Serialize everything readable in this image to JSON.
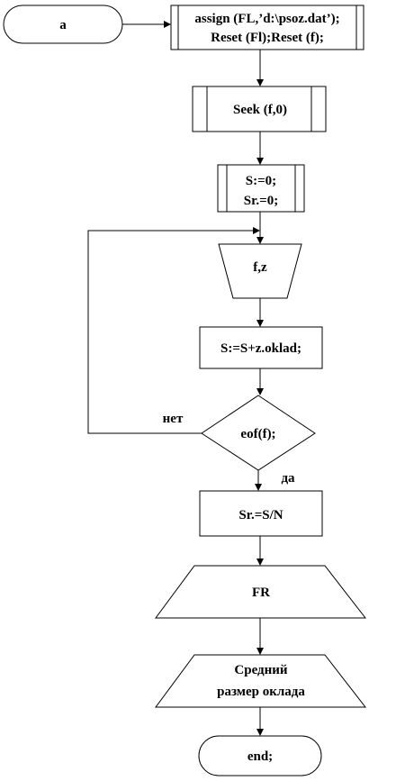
{
  "nodes": {
    "start": "a",
    "assign_line1": "assign (FL,’d:\\psoz.dat’);",
    "assign_line2": "Reset (Fl);Reset (f);",
    "seek": "Seek (f,0)",
    "init_line1": "S:=0;",
    "init_line2": "Sr.=0;",
    "read": "f,z",
    "accumulate": "S:=S+z.oklad;",
    "condition": "eof(f);",
    "average": "Sr.=S/N",
    "output1": "FR",
    "output2_line1": "Средний",
    "output2_line2": "размер оклада",
    "end": "end;"
  },
  "edges": {
    "no_label": "нет",
    "yes_label": "да"
  },
  "colors": {
    "stroke": "#000000",
    "fill": "#ffffff"
  }
}
